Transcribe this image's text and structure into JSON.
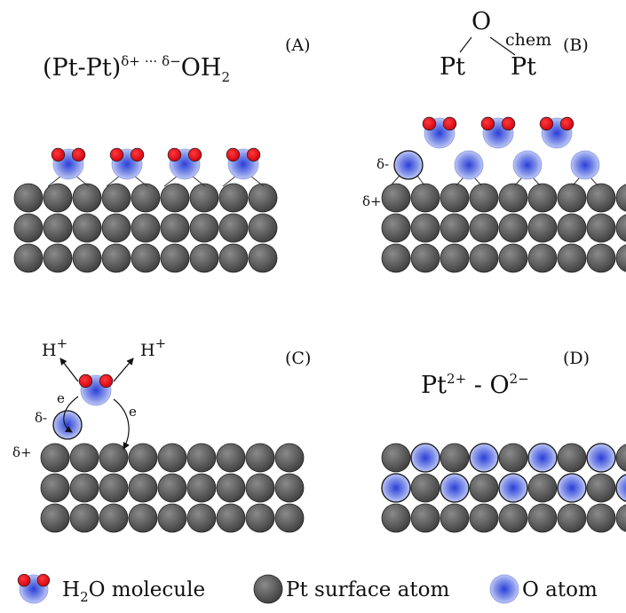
{
  "colors": {
    "pt_atom": "#5c5c5c",
    "o_atom_center": "#2b3fd8",
    "o_atom_edge": "#cdd5f7",
    "h_atom": "#e00012",
    "outline": "#111111"
  },
  "panels": {
    "A": {
      "label": "(A)",
      "formula_main": "(Pt-Pt)",
      "formula_charge_pos": "δ+",
      "formula_dots": "···",
      "formula_charge_neg": "δ−",
      "formula_oh": "OH",
      "formula_sub": "2"
    },
    "B": {
      "label": "(B)",
      "formula_o": "O",
      "formula_sub": "chem",
      "formula_pt_left": "Pt",
      "formula_pt_right": "Pt",
      "delta_minus": "δ-",
      "delta_plus": "δ+"
    },
    "C": {
      "label": "(C)",
      "h_left": "H",
      "h_right": "H",
      "h_charge": "+",
      "e_left": "e",
      "e_right": "e",
      "delta_minus": "δ-",
      "delta_plus": "δ+"
    },
    "D": {
      "label": "(D)",
      "formula_pt": "Pt",
      "formula_pt_charge": "2+",
      "formula_dash": " - ",
      "formula_o": "O",
      "formula_o_charge": "2−"
    }
  },
  "legend": {
    "h2o_prefix": "H",
    "h2o_sub": "2",
    "h2o_suffix": "O molecule",
    "pt_label": "Pt surface atom",
    "o_label": "O atom"
  }
}
